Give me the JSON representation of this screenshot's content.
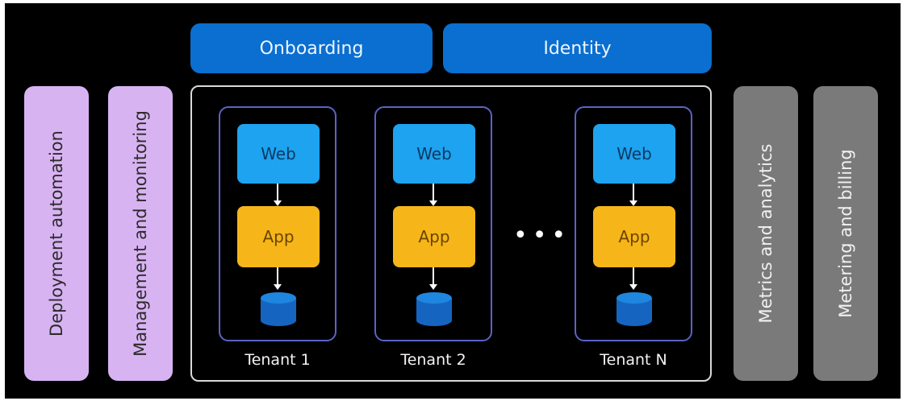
{
  "top_bars": {
    "onboarding": "Onboarding",
    "identity": "Identity"
  },
  "side_bars": {
    "deployment": "Deployment automation",
    "management": "Management and monitoring",
    "metrics": "Metrics and analytics",
    "metering": "Metering and billing"
  },
  "tenants": [
    {
      "label": "Tenant 1",
      "web": "Web",
      "app": "App"
    },
    {
      "label": "Tenant 2",
      "web": "Web",
      "app": "App"
    },
    {
      "label": "Tenant N",
      "web": "Web",
      "app": "App"
    }
  ],
  "ellipsis": "•••",
  "colors": {
    "background": "#000000",
    "top_bar": "#0a6fd0",
    "side_purple": "#d8b3f2",
    "side_gray": "#7a7a7a",
    "web": "#1da3ef",
    "app": "#f6b619",
    "tenant_border": "#5a63c4",
    "database": "#1565c0"
  },
  "icons": {
    "database": "database-icon"
  }
}
